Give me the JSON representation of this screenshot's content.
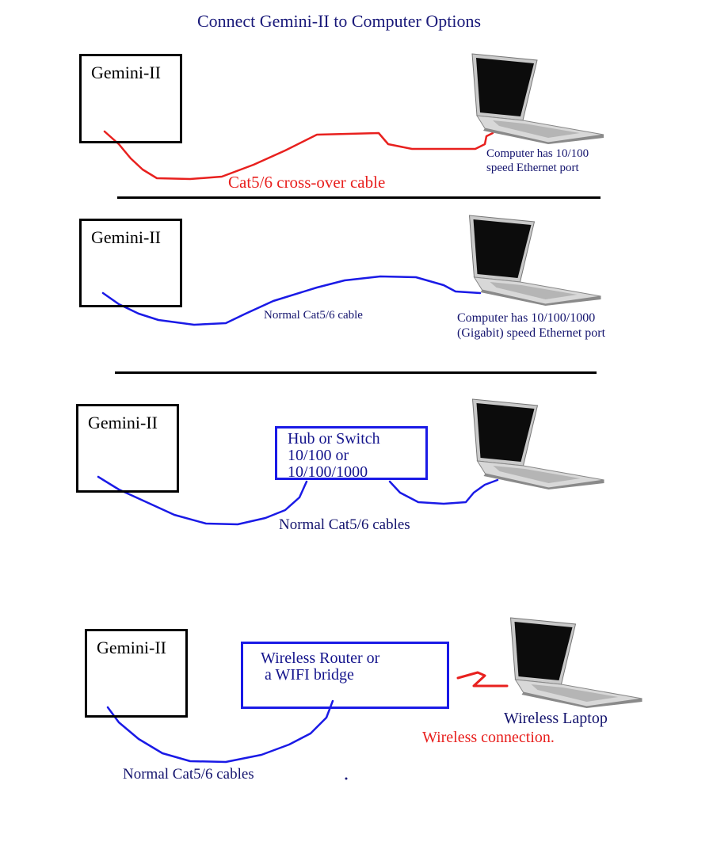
{
  "title": "Connect Gemini-II to Computer Options",
  "options": [
    {
      "device": "Gemini-II",
      "cable_label": "Cat5/6 cross-over cable",
      "computer_note_lines": [
        "Computer has 10/100",
        "speed Ethernet port"
      ]
    },
    {
      "device": "Gemini-II",
      "cable_label": "Normal Cat5/6 cable",
      "computer_note_lines": [
        "Computer has 10/100/1000",
        "(Gigabit) speed Ethernet port"
      ]
    },
    {
      "device": "Gemini-II",
      "hub_lines": [
        "Hub or Switch",
        "10/100 or",
        "10/100/1000"
      ],
      "cable_label": "Normal Cat5/6 cables"
    },
    {
      "device": "Gemini-II",
      "router_lines": [
        "Wireless Router or",
        " a WIFI bridge"
      ],
      "cable_label": "Normal Cat5/6 cables",
      "laptop_label": "Wireless Laptop",
      "connection_label": "Wireless connection."
    }
  ],
  "colors": {
    "title": "#1a1a7a",
    "crossover_cable": "#e8201e",
    "normal_cable": "#1a1ae6",
    "labels": "#14146e"
  },
  "icons": [
    "laptop-icon"
  ]
}
